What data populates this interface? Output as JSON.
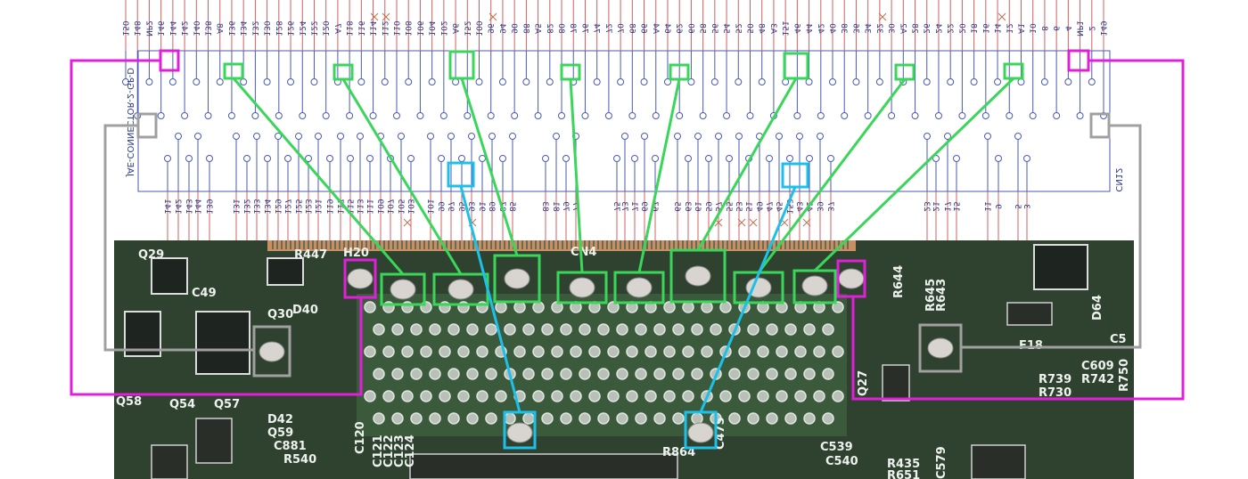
{
  "schematic": {
    "part_label": "JAE-CONNECTOR-2-GP-D",
    "ref_label": "CN12",
    "top_pins": [
      "150",
      "148",
      "NP2",
      "146",
      "144",
      "142",
      "140",
      "138",
      "A8",
      "136",
      "134",
      "132",
      "130",
      "128",
      "126",
      "124",
      "122",
      "120",
      "A7",
      "118",
      "116",
      "114",
      "112",
      "110",
      "108",
      "106",
      "104",
      "102",
      "A6",
      "152",
      "100",
      "96",
      "94",
      "90",
      "88",
      "A5",
      "82",
      "80",
      "78",
      "76",
      "74",
      "72",
      "70",
      "68",
      "66",
      "A4",
      "64",
      "62",
      "60",
      "58",
      "56",
      "54",
      "52",
      "50",
      "48",
      "A3",
      "151",
      "46",
      "44",
      "42",
      "40",
      "38",
      "36",
      "34",
      "32",
      "30",
      "A2",
      "28",
      "26",
      "24",
      "22",
      "20",
      "18",
      "16",
      "14",
      "12",
      "A1",
      "10",
      "8",
      "6",
      "4",
      "NP1",
      "2",
      "149"
    ],
    "bottom_pins": [
      "141",
      "142",
      "143",
      "144",
      "139",
      "131",
      "132",
      "133",
      "134",
      "129",
      "127",
      "125",
      "123",
      "121",
      "119",
      "117",
      "115",
      "113",
      "111",
      "109",
      "107",
      "105",
      "103",
      "101",
      "99",
      "97",
      "95",
      "93",
      "91",
      "89",
      "87",
      "85",
      "83",
      "81",
      "79",
      "77",
      "75",
      "73",
      "71",
      "69",
      "67",
      "65",
      "63",
      "61",
      "59",
      "57",
      "55",
      "53",
      "51",
      "49",
      "47",
      "45",
      "153",
      "43",
      "41",
      "39",
      "37",
      "23",
      "21",
      "17",
      "15",
      "11",
      "9",
      "5",
      "3"
    ]
  },
  "photo": {
    "silkscreen_labels": [
      "Q29",
      "R447",
      "C49",
      "D40",
      "Q30",
      "H20",
      "CN4",
      "Q58",
      "Q54",
      "Q57",
      "D42",
      "Q59",
      "C881",
      "R540",
      "C120",
      "C121",
      "C122",
      "C123",
      "C124",
      "R864",
      "C475",
      "C539",
      "C540",
      "R435",
      "R651",
      "C579",
      "R644",
      "R645",
      "R643",
      "F18",
      "C609",
      "R739",
      "R742",
      "R730",
      "R750",
      "Q27",
      "D64",
      "C5",
      "Q30"
    ]
  },
  "highlight_colors": {
    "mounting": "#e020d8",
    "alignment": "#a0a0a0",
    "power_pads": "#3ad65a",
    "signal_pads": "#1cc0e8",
    "pin_line": "#d06060",
    "outline": "#4a5ab8"
  }
}
